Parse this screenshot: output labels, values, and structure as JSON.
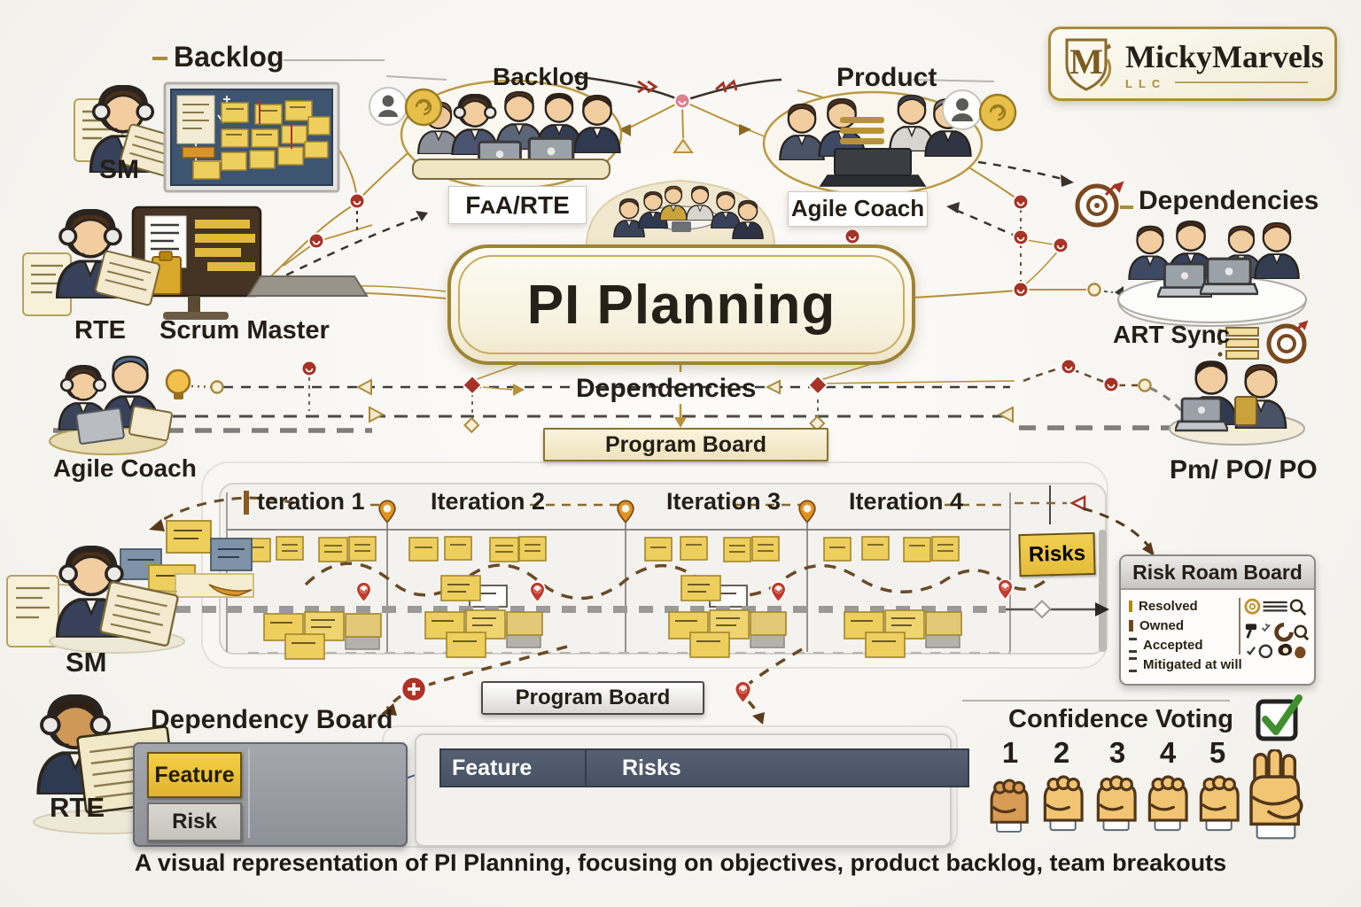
{
  "logo": {
    "monogram": "M",
    "name": "MickyMarvels",
    "sub": "LLC"
  },
  "title": "PI Planning",
  "headings": {
    "backlog_left": "Backlog",
    "backlog_center": "Backlog",
    "product": "Product",
    "dependencies_right": "Dependencies",
    "dependencies_center": "Dependencies",
    "program_board_top": "Program Board",
    "program_board_bottom": "Program Board",
    "dependency_board": "Dependency Board",
    "confidence_voting": "Confidence Voting",
    "risk_roam_board": "Risk Roam Board"
  },
  "people_labels": {
    "sm_top": "SM",
    "faa_rte": "FᴀA/RTE",
    "agile_coach_top": "Agile Coach",
    "rte_left": "RTE",
    "scrum_master": "Scrum Master",
    "agile_coach_left": "Agile Coach",
    "art_sync": "ART Sync",
    "pm_po": "Pm/ PO/ PO",
    "sm_mid": "SM",
    "rte_bottom": "RTE"
  },
  "iterations": [
    "teration 1",
    "Iteration 2",
    "Iteration 3",
    "Iteration 4"
  ],
  "board_notes": {
    "risks_sticky": "Risks"
  },
  "risk_roam": {
    "items": [
      "Resolved",
      "Owned",
      "Accepted",
      "Mitigated at will"
    ]
  },
  "dependency_board": {
    "feature": "Feature",
    "risk": "Risk"
  },
  "program_panel": {
    "feature": "Feature",
    "risks": "Risks"
  },
  "confidence": {
    "numbers": [
      "1",
      "2",
      "3",
      "4",
      "5"
    ]
  },
  "caption": "A visual representation of PI Planning, focusing on objectives, product backlog, team breakouts",
  "colors": {
    "gold": "#a98c3c",
    "red": "#a63325",
    "sticky_yellow": "#eecf5e",
    "check_green": "#3f8f2e"
  }
}
